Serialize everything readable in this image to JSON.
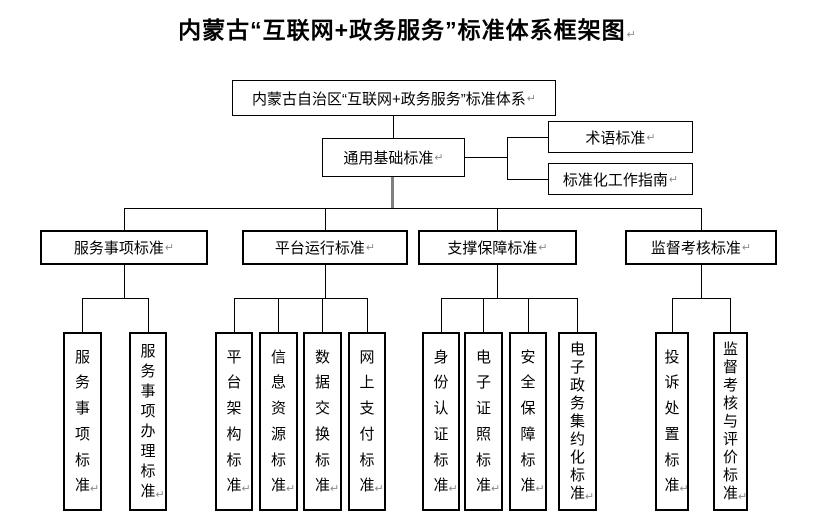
{
  "title": {
    "text": "内蒙古“互联网+政务服务”标准体系框架图"
  },
  "marks": {
    "return": "↵"
  },
  "tree": {
    "root": {
      "label": "内蒙古自治区“互联网+政务服务”标准体系"
    },
    "general": {
      "label": "通用基础标准"
    },
    "general_children": [
      {
        "label": "术语标准"
      },
      {
        "label": "标准化工作指南"
      }
    ],
    "branches": [
      {
        "label": "服务事项标准",
        "children": [
          "服务事项标准",
          "服务事项办理标准"
        ]
      },
      {
        "label": "平台运行标准",
        "children": [
          "平台架构标准",
          "信息资源标准",
          "数据交换标准",
          "网上支付标准"
        ]
      },
      {
        "label": "支撑保障标准",
        "children": [
          "身份认证标准",
          "电子证照标准",
          "安全保障标准",
          "电子政务集约化标准"
        ]
      },
      {
        "label": "监督考核标准",
        "children": [
          "投诉处置标准",
          "监督考核与评价标准"
        ]
      }
    ]
  },
  "colors": {
    "line": "#000000",
    "emphasis_line": "#808080",
    "text": "#000000",
    "background": "#ffffff",
    "paragraph_mark": "#8a8a8a"
  }
}
